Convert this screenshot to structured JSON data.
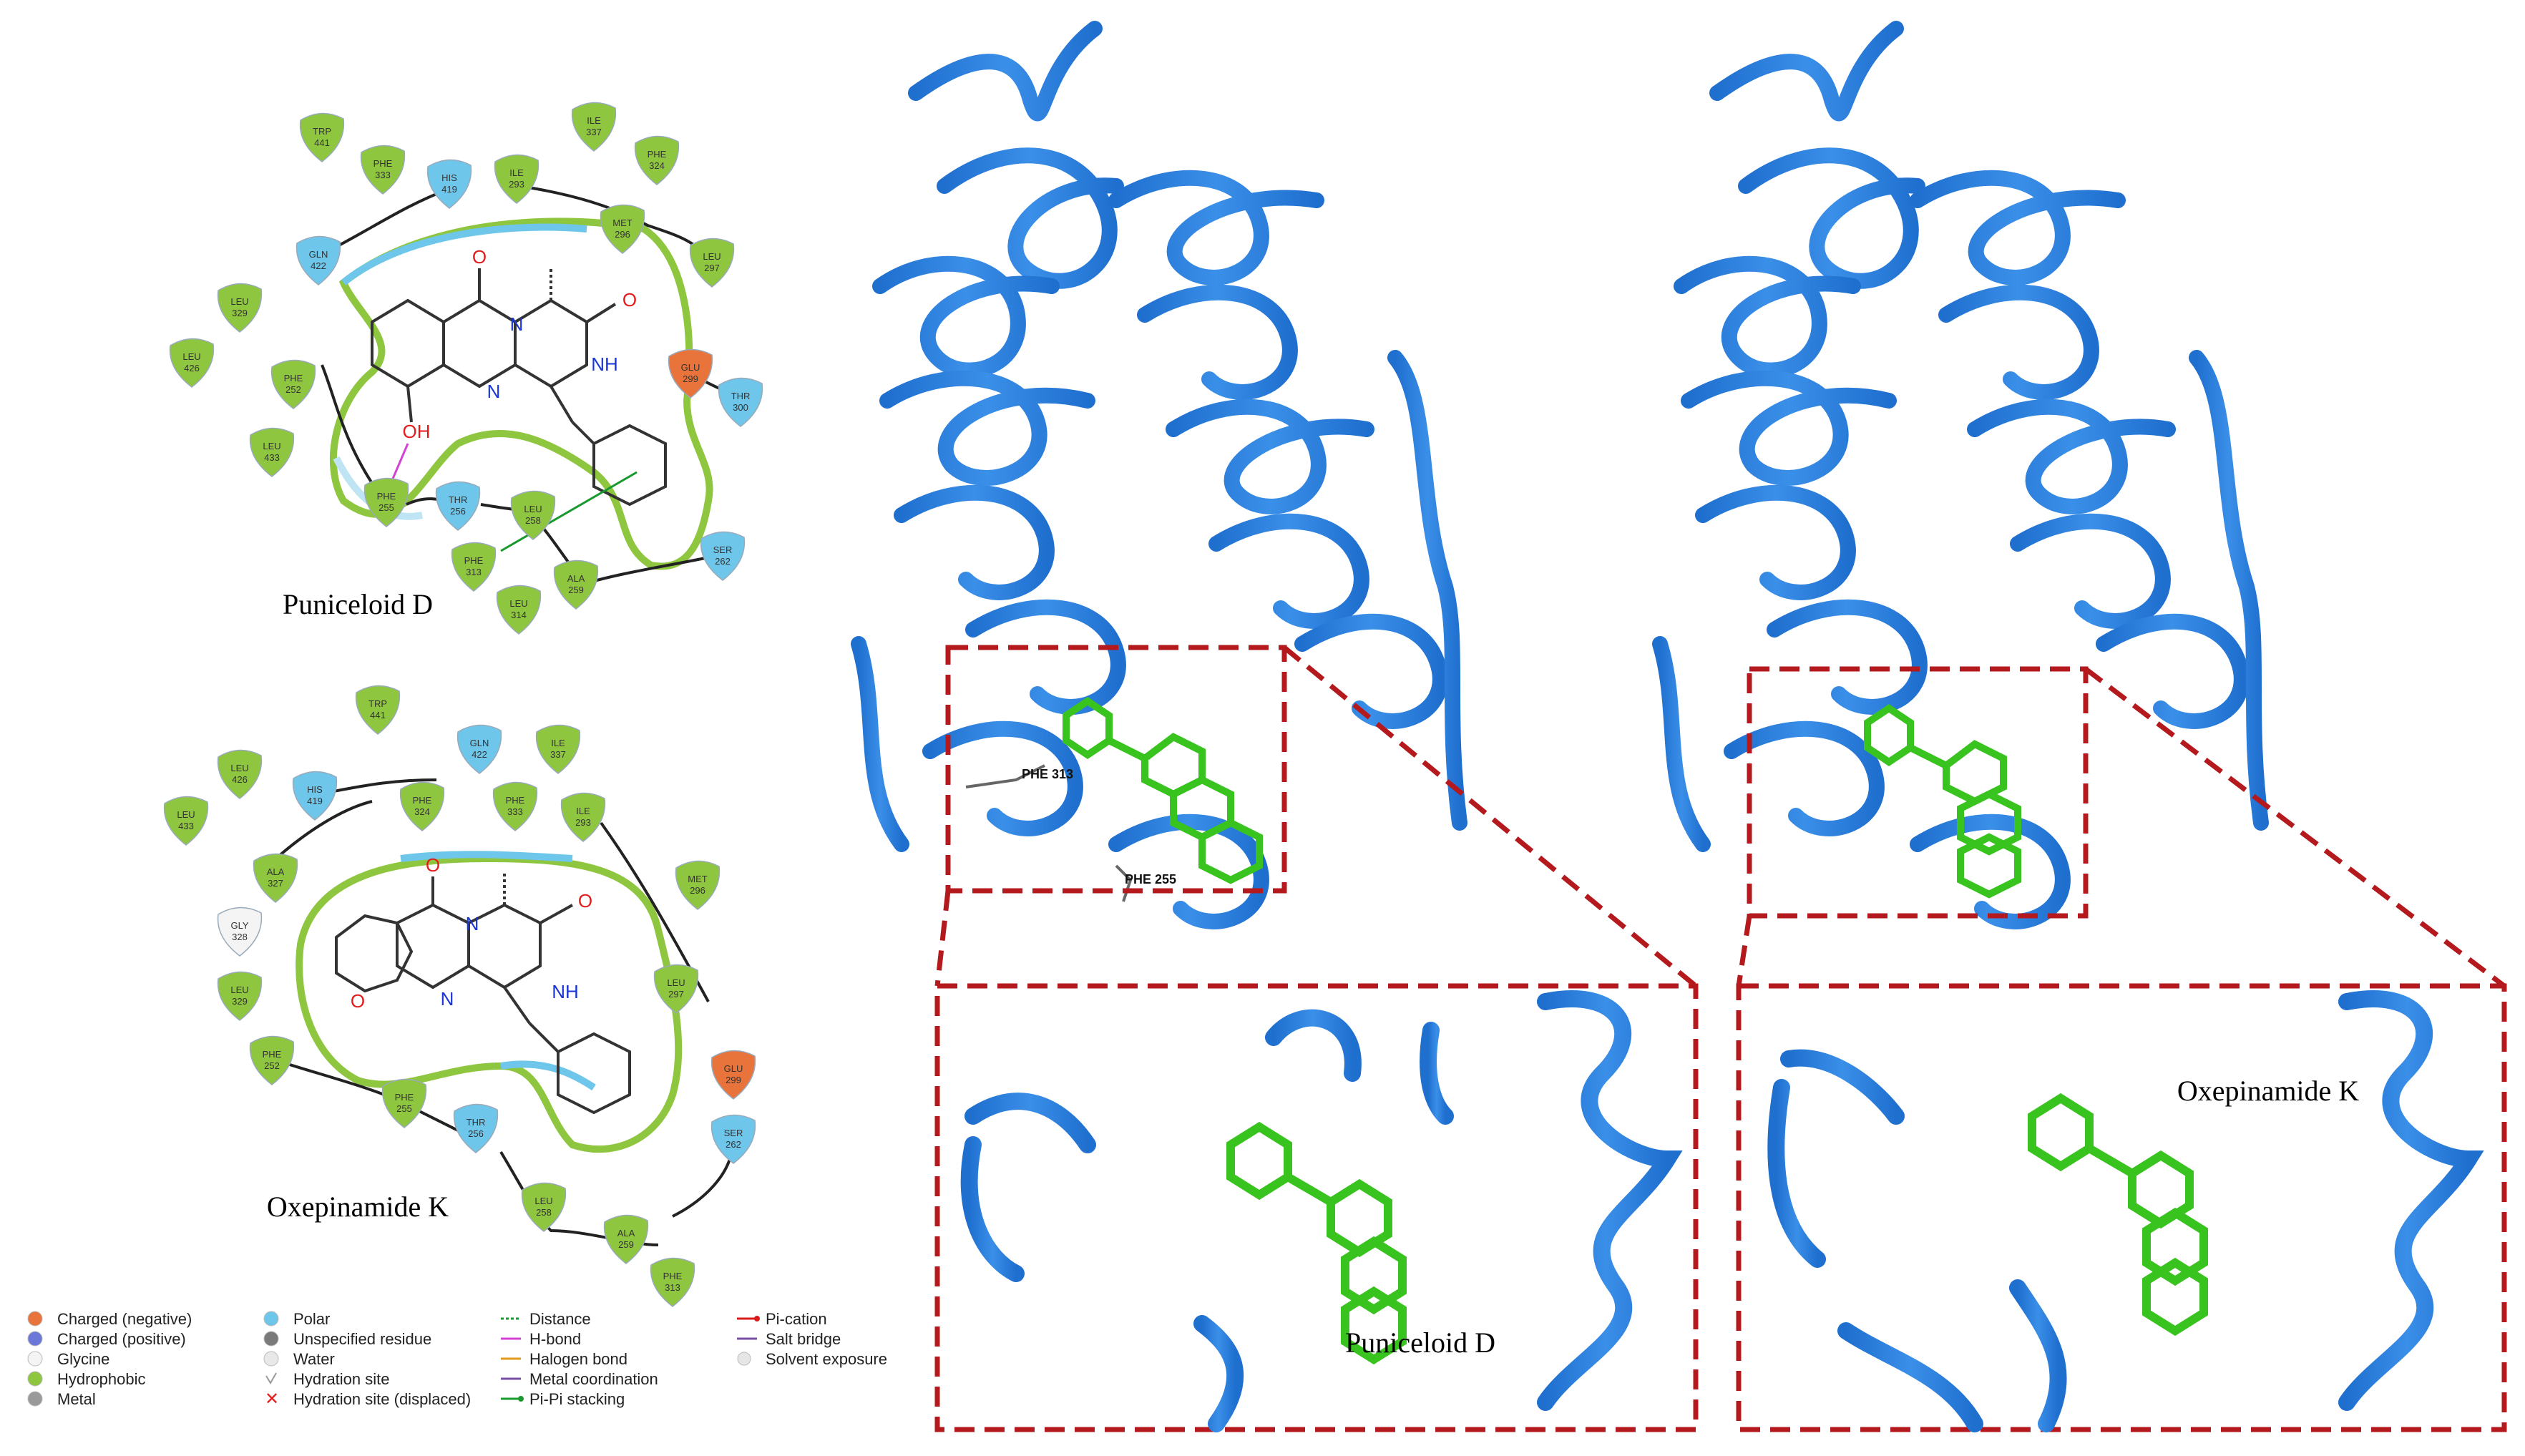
{
  "captions": {
    "top_diagram": "Puniceloid D",
    "bottom_diagram": "Oxepinamide K",
    "zoom_left": "Puniceloid D",
    "zoom_right": "Oxepinamide K"
  },
  "residue_tag_labels": {
    "phe313": "PHE 313",
    "phe255": "PHE 255"
  },
  "atoms": {
    "o": "O",
    "n": "N",
    "nh": "NH",
    "oh": "OH"
  },
  "colors": {
    "hydrophobic": "#8fc63f",
    "polar": "#6ec6ea",
    "negative": "#e8743b",
    "ribbon": "#2a7fd6",
    "ligand": "#39c31f",
    "box": "#b3191d"
  },
  "top_residues": [
    {
      "name": "TRP",
      "num": "441",
      "type": "hydrophobic"
    },
    {
      "name": "PHE",
      "num": "333",
      "type": "hydrophobic"
    },
    {
      "name": "HIS",
      "num": "419",
      "type": "polar"
    },
    {
      "name": "ILE",
      "num": "337",
      "type": "hydrophobic"
    },
    {
      "name": "PHE",
      "num": "324",
      "type": "hydrophobic"
    },
    {
      "name": "ILE",
      "num": "293",
      "type": "hydrophobic"
    },
    {
      "name": "MET",
      "num": "296",
      "type": "hydrophobic"
    },
    {
      "name": "LEU",
      "num": "297",
      "type": "hydrophobic"
    },
    {
      "name": "GLN",
      "num": "422",
      "type": "polar"
    },
    {
      "name": "LEU",
      "num": "329",
      "type": "hydrophobic"
    },
    {
      "name": "LEU",
      "num": "426",
      "type": "hydrophobic"
    },
    {
      "name": "PHE",
      "num": "252",
      "type": "hydrophobic"
    },
    {
      "name": "GLU",
      "num": "299",
      "type": "negative"
    },
    {
      "name": "THR",
      "num": "300",
      "type": "polar"
    },
    {
      "name": "LEU",
      "num": "433",
      "type": "hydrophobic"
    },
    {
      "name": "PHE",
      "num": "255",
      "type": "hydrophobic"
    },
    {
      "name": "THR",
      "num": "256",
      "type": "polar"
    },
    {
      "name": "LEU",
      "num": "258",
      "type": "hydrophobic"
    },
    {
      "name": "SER",
      "num": "262",
      "type": "polar"
    },
    {
      "name": "PHE",
      "num": "313",
      "type": "hydrophobic"
    },
    {
      "name": "ALA",
      "num": "259",
      "type": "hydrophobic"
    },
    {
      "name": "LEU",
      "num": "314",
      "type": "hydrophobic"
    }
  ],
  "bottom_residues": [
    {
      "name": "TRP",
      "num": "441",
      "type": "hydrophobic"
    },
    {
      "name": "GLN",
      "num": "422",
      "type": "polar"
    },
    {
      "name": "ILE",
      "num": "337",
      "type": "hydrophobic"
    },
    {
      "name": "LEU",
      "num": "426",
      "type": "hydrophobic"
    },
    {
      "name": "HIS",
      "num": "419",
      "type": "polar"
    },
    {
      "name": "PHE",
      "num": "324",
      "type": "hydrophobic"
    },
    {
      "name": "PHE",
      "num": "333",
      "type": "hydrophobic"
    },
    {
      "name": "ILE",
      "num": "293",
      "type": "hydrophobic"
    },
    {
      "name": "LEU",
      "num": "433",
      "type": "hydrophobic"
    },
    {
      "name": "ALA",
      "num": "327",
      "type": "hydrophobic"
    },
    {
      "name": "GLY",
      "num": "328",
      "type": "glycine"
    },
    {
      "name": "MET",
      "num": "296",
      "type": "hydrophobic"
    },
    {
      "name": "LEU",
      "num": "329",
      "type": "hydrophobic"
    },
    {
      "name": "LEU",
      "num": "297",
      "type": "hydrophobic"
    },
    {
      "name": "PHE",
      "num": "252",
      "type": "hydrophobic"
    },
    {
      "name": "GLU",
      "num": "299",
      "type": "negative"
    },
    {
      "name": "PHE",
      "num": "255",
      "type": "hydrophobic"
    },
    {
      "name": "THR",
      "num": "256",
      "type": "polar"
    },
    {
      "name": "SER",
      "num": "262",
      "type": "polar"
    },
    {
      "name": "LEU",
      "num": "258",
      "type": "hydrophobic"
    },
    {
      "name": "ALA",
      "num": "259",
      "type": "hydrophobic"
    },
    {
      "name": "PHE",
      "num": "313",
      "type": "hydrophobic"
    }
  ],
  "legend": {
    "col1": [
      "Charged (negative)",
      "Charged (positive)",
      "Glycine",
      "Hydrophobic",
      "Metal"
    ],
    "col2": [
      "Polar",
      "Unspecified residue",
      "Water",
      "Hydration site",
      "Hydration site (displaced)"
    ],
    "col3": [
      "Distance",
      "H-bond",
      "Halogen bond",
      "Metal coordination",
      "Pi-Pi stacking"
    ],
    "col4": [
      "Pi-cation",
      "Salt bridge",
      "Solvent exposure"
    ]
  }
}
